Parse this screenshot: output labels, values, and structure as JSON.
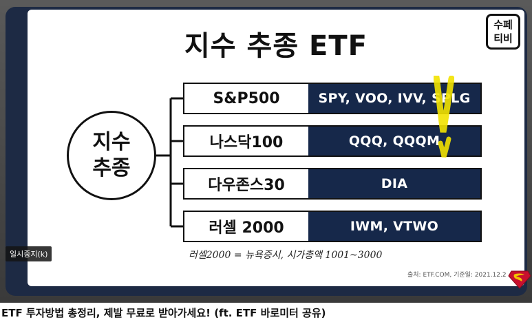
{
  "slide": {
    "title": "지수 추종 ETF",
    "channel_logo_line1": "수페",
    "channel_logo_line2": "티비",
    "circle_line1": "지수",
    "circle_line2": "추종",
    "rows": [
      {
        "index": "S&P500",
        "tickers": "SPY, VOO, IVV, SPLG"
      },
      {
        "index": "나스닥100",
        "tickers": "QQQ, QQQM"
      },
      {
        "index": "다우존스30",
        "tickers": "DIA"
      },
      {
        "index": "러셀 2000",
        "tickers": "IWM, VTWO"
      }
    ],
    "note": "러셀2000 = 뉴욕증시, 시가총액 1001~3000",
    "source": "출처: ETF.COM,  기준일: 2021.12.2"
  },
  "player": {
    "pause_label": "일시중지(k)"
  },
  "video": {
    "title": "ETF 투자방법 총정리, 제발 무료로 받아가세요! (ft. ETF 바로미터 공유)"
  },
  "colors": {
    "slide_border": "#1d2a44",
    "ticker_bg": "#16284a",
    "highlight": "#f2e200"
  }
}
